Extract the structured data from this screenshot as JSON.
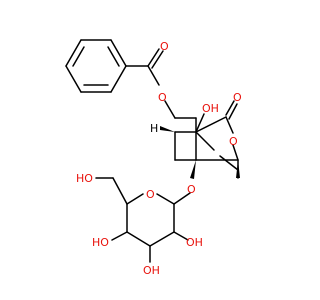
{
  "colors": {
    "carbon_bond": "#000000",
    "oxygen": "#e8120c",
    "background": "#ffffff"
  },
  "labels": {
    "ester_carbonyl_o": "O",
    "ester_o": "O",
    "oh_top": "OH",
    "lactone_carbonyl_o": "O",
    "ring_o_right": "O",
    "glycosidic_o": "O",
    "sugar_ring_o": "O",
    "ho_ch2": "HO",
    "ho_left": "HO",
    "oh_right": "OH",
    "oh_bottom": "OH",
    "h_label": "H"
  }
}
